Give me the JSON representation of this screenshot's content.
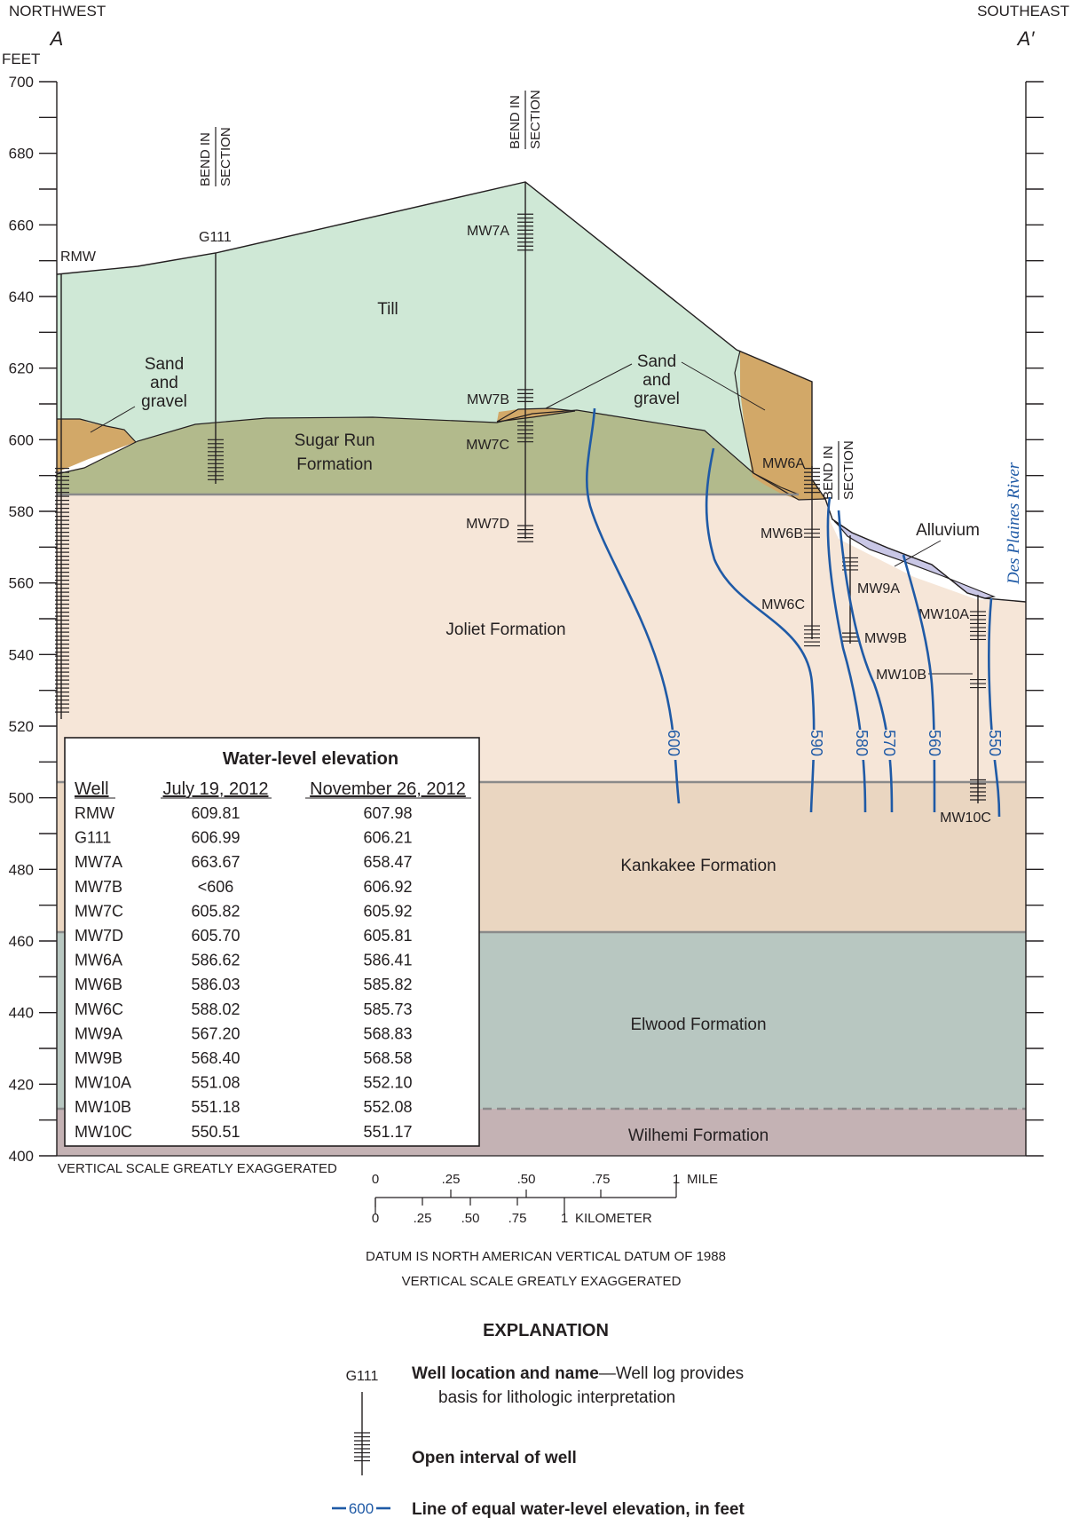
{
  "header": {
    "left_direction": "NORTHWEST",
    "right_direction": "SOUTHEAST",
    "left_letter": "A",
    "right_letter": "A′",
    "axis_unit": "FEET",
    "y_ticks": [
      "700",
      "680",
      "660",
      "640",
      "620",
      "600",
      "580",
      "560",
      "540",
      "520",
      "500",
      "480",
      "460",
      "440",
      "420",
      "400"
    ]
  },
  "bends": [
    {
      "line1": "BEND IN",
      "line2": "SECTION"
    },
    {
      "line1": "BEND IN",
      "line2": "SECTION"
    },
    {
      "line1": "BEND IN",
      "line2": "SECTION"
    }
  ],
  "units": {
    "till": "Till",
    "sand_gravel_1": [
      "Sand",
      "and",
      "gravel"
    ],
    "sand_gravel_2": [
      "Sand",
      "and",
      "gravel"
    ],
    "sugar_run": [
      "Sugar Run",
      "Formation"
    ],
    "alluvium": "Alluvium",
    "river": "Des Plaines River",
    "joliet": "Joliet Formation",
    "kankakee": "Kankakee Formation",
    "elwood": "Elwood Formation",
    "wilhemi": "Wilhemi Formation"
  },
  "wells": [
    "RMW",
    "G111",
    "MW7A",
    "MW7B",
    "MW7C",
    "MW7D",
    "MW6A",
    "MW6B",
    "MW6C",
    "MW9A",
    "MW9B",
    "MW10A",
    "MW10B",
    "MW10C"
  ],
  "contours": [
    "600",
    "590",
    "580",
    "570",
    "560",
    "550"
  ],
  "table": {
    "title": "Water-level elevation",
    "headers": [
      "Well",
      "July 19, 2012",
      "November 26, 2012"
    ],
    "rows": [
      [
        "RMW",
        "609.81",
        "607.98"
      ],
      [
        "G111",
        "606.99",
        "606.21"
      ],
      [
        "MW7A",
        "663.67",
        "658.47"
      ],
      [
        "MW7B",
        "<606",
        "606.92"
      ],
      [
        "MW7C",
        "605.82",
        "605.92"
      ],
      [
        "MW7D",
        "605.70",
        "605.81"
      ],
      [
        "MW6A",
        "586.62",
        "586.41"
      ],
      [
        "MW6B",
        "586.03",
        "585.82"
      ],
      [
        "MW6C",
        "588.02",
        "585.73"
      ],
      [
        "MW9A",
        "567.20",
        "568.83"
      ],
      [
        "MW9B",
        "568.40",
        "568.58"
      ],
      [
        "MW10A",
        "551.08",
        "552.10"
      ],
      [
        "MW10B",
        "551.18",
        "552.08"
      ],
      [
        "MW10C",
        "550.51",
        "551.17"
      ]
    ]
  },
  "notes": {
    "vertical_scale_left": "VERTICAL SCALE GREATLY EXAGGERATED",
    "datum": "DATUM IS NORTH AMERICAN VERTICAL DATUM OF 1988",
    "vertical_scale": "VERTICAL SCALE GREATLY EXAGGERATED"
  },
  "scale_bar": {
    "mile_ticks": [
      "0",
      ".25",
      ".50",
      ".75",
      "1"
    ],
    "mile_unit": "MILE",
    "km_ticks": [
      "0",
      ".25",
      ".50",
      ".75",
      "1"
    ],
    "km_unit": "KILOMETER"
  },
  "explanation": {
    "title": "EXPLANATION",
    "well_example_name": "G111",
    "well_bold": "Well location and name",
    "well_text_1": "—Well log provides",
    "well_text_2": "basis for lithologic interpretation",
    "open_interval": "Open interval of well",
    "contour_example": "600",
    "contour_text": "Line of equal water-level elevation, in feet"
  },
  "colors": {
    "till": "#cfe8d6",
    "sand_gravel": "#d2a868",
    "sugar_run": "#b2ba8c",
    "joliet": "#f6e6d8",
    "kankakee": "#ead6c1",
    "elwood": "#b8c7c1",
    "wilhemi": "#c4b2b4",
    "alluvium": "#c9c7e6",
    "contour": "#1f5aa6"
  }
}
